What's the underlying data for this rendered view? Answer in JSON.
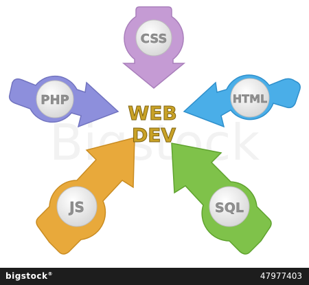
{
  "center": {
    "line1": "WEB",
    "line2": "DEV"
  },
  "arrows": [
    {
      "id": "css",
      "label": "CSS",
      "color": "#c59bd4"
    },
    {
      "id": "php",
      "label": "PHP",
      "color": "#8d8fdc"
    },
    {
      "id": "html",
      "label": "HTML",
      "color": "#4aaee8"
    },
    {
      "id": "js",
      "label": "JS",
      "color": "#e8a93b"
    },
    {
      "id": "sql",
      "label": "SQL",
      "color": "#7fc24a"
    }
  ],
  "watermark": {
    "text": "Bigstock",
    "brand": "bigstock",
    "reg": "®",
    "image_number": "47977403"
  }
}
